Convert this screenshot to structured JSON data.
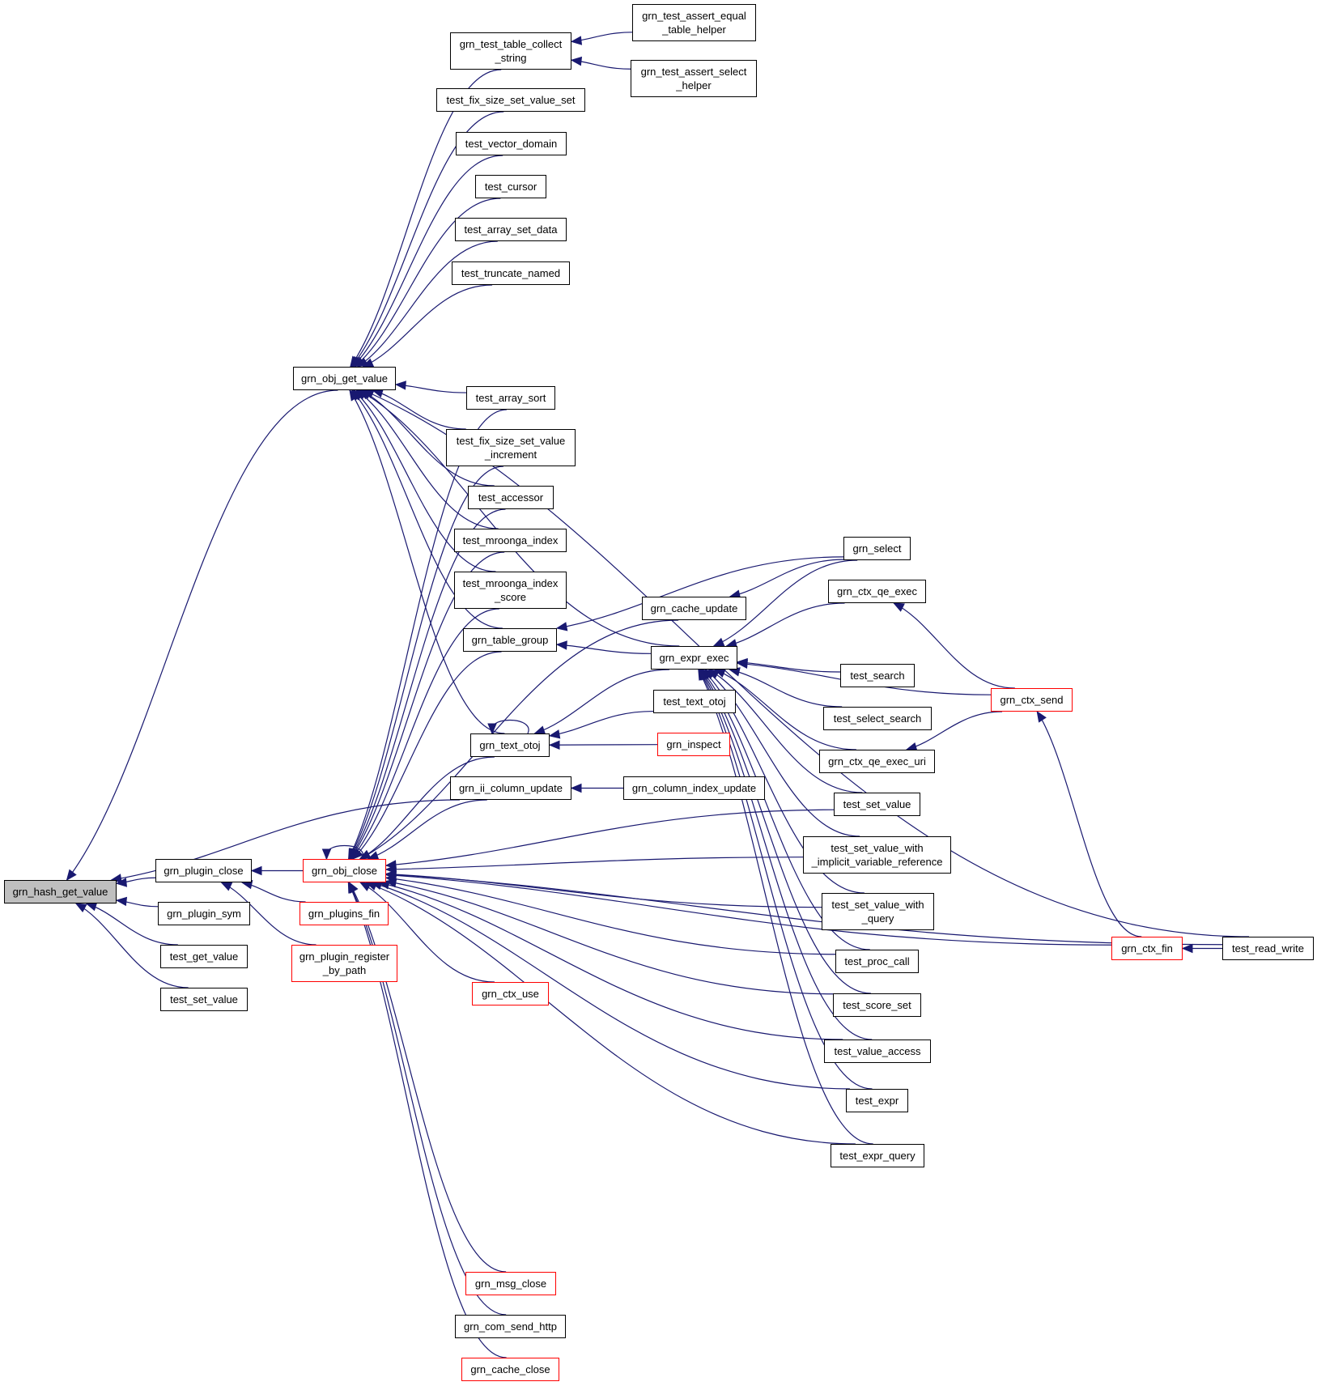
{
  "diagram": {
    "type": "call-graph",
    "root": "grn_hash_get_value",
    "colors": {
      "edge": "#191970",
      "border_default": "#000000",
      "border_truncated": "#ff0000",
      "root_fill": "#bfbfbf"
    },
    "nodes": [
      {
        "id": "grn_hash_get_value",
        "label": "grn_hash_get_value",
        "style": "root"
      },
      {
        "id": "grn_obj_get_value",
        "label": "grn_obj_get_value",
        "style": "normal"
      },
      {
        "id": "grn_plugin_close",
        "label": "grn_plugin_close",
        "style": "normal"
      },
      {
        "id": "grn_plugin_sym",
        "label": "grn_plugin_sym",
        "style": "normal"
      },
      {
        "id": "test_get_value",
        "label": "test_get_value",
        "style": "normal"
      },
      {
        "id": "test_set_value_a",
        "label": "test_set_value",
        "style": "normal"
      },
      {
        "id": "grn_obj_close",
        "label": "grn_obj_close",
        "style": "red"
      },
      {
        "id": "grn_plugins_fin",
        "label": "grn_plugins_fin",
        "style": "red"
      },
      {
        "id": "grn_plugin_register_by_path",
        "label": "grn_plugin_register\n_by_path",
        "style": "red"
      },
      {
        "id": "grn_test_table_collect_string",
        "label": "grn_test_table_collect\n_string",
        "style": "normal"
      },
      {
        "id": "test_fix_size_set_value_set",
        "label": "test_fix_size_set_value_set",
        "style": "normal"
      },
      {
        "id": "test_vector_domain",
        "label": "test_vector_domain",
        "style": "normal"
      },
      {
        "id": "test_cursor",
        "label": "test_cursor",
        "style": "normal"
      },
      {
        "id": "test_array_set_data",
        "label": "test_array_set_data",
        "style": "normal"
      },
      {
        "id": "test_truncate_named",
        "label": "test_truncate_named",
        "style": "normal"
      },
      {
        "id": "test_array_sort",
        "label": "test_array_sort",
        "style": "normal"
      },
      {
        "id": "test_fix_size_set_value_increment",
        "label": "test_fix_size_set_value\n_increment",
        "style": "normal"
      },
      {
        "id": "test_accessor",
        "label": "test_accessor",
        "style": "normal"
      },
      {
        "id": "test_mroonga_index",
        "label": "test_mroonga_index",
        "style": "normal"
      },
      {
        "id": "test_mroonga_index_score",
        "label": "test_mroonga_index\n_score",
        "style": "normal"
      },
      {
        "id": "grn_table_group",
        "label": "grn_table_group",
        "style": "normal"
      },
      {
        "id": "grn_text_otoj",
        "label": "grn_text_otoj",
        "style": "normal"
      },
      {
        "id": "grn_ii_column_update",
        "label": "grn_ii_column_update",
        "style": "normal"
      },
      {
        "id": "grn_ctx_use",
        "label": "grn_ctx_use",
        "style": "red"
      },
      {
        "id": "grn_msg_close",
        "label": "grn_msg_close",
        "style": "red"
      },
      {
        "id": "grn_com_send_http",
        "label": "grn_com_send_http",
        "style": "normal"
      },
      {
        "id": "grn_cache_close",
        "label": "grn_cache_close",
        "style": "red"
      },
      {
        "id": "grn_test_assert_equal_table_helper",
        "label": "grn_test_assert_equal\n_table_helper",
        "style": "normal"
      },
      {
        "id": "grn_test_assert_select_helper",
        "label": "grn_test_assert_select\n_helper",
        "style": "normal"
      },
      {
        "id": "grn_cache_update",
        "label": "grn_cache_update",
        "style": "normal"
      },
      {
        "id": "grn_expr_exec",
        "label": "grn_expr_exec",
        "style": "normal"
      },
      {
        "id": "test_text_otoj",
        "label": "test_text_otoj",
        "style": "normal"
      },
      {
        "id": "grn_inspect",
        "label": "grn_inspect",
        "style": "red"
      },
      {
        "id": "grn_column_index_update",
        "label": "grn_column_index_update",
        "style": "normal"
      },
      {
        "id": "grn_select",
        "label": "grn_select",
        "style": "normal"
      },
      {
        "id": "grn_ctx_qe_exec",
        "label": "grn_ctx_qe_exec",
        "style": "normal"
      },
      {
        "id": "test_search",
        "label": "test_search",
        "style": "normal"
      },
      {
        "id": "test_select_search",
        "label": "test_select_search",
        "style": "normal"
      },
      {
        "id": "grn_ctx_qe_exec_uri",
        "label": "grn_ctx_qe_exec_uri",
        "style": "normal"
      },
      {
        "id": "test_set_value_b",
        "label": "test_set_value",
        "style": "normal"
      },
      {
        "id": "test_set_value_with_implicit_variable_reference",
        "label": "test_set_value_with\n_implicit_variable_reference",
        "style": "normal"
      },
      {
        "id": "test_set_value_with_query",
        "label": "test_set_value_with\n_query",
        "style": "normal"
      },
      {
        "id": "test_proc_call",
        "label": "test_proc_call",
        "style": "normal"
      },
      {
        "id": "test_score_set",
        "label": "test_score_set",
        "style": "normal"
      },
      {
        "id": "test_value_access",
        "label": "test_value_access",
        "style": "normal"
      },
      {
        "id": "test_expr",
        "label": "test_expr",
        "style": "normal"
      },
      {
        "id": "test_expr_query",
        "label": "test_expr_query",
        "style": "normal"
      },
      {
        "id": "grn_ctx_send",
        "label": "grn_ctx_send",
        "style": "red"
      },
      {
        "id": "grn_ctx_fin",
        "label": "grn_ctx_fin",
        "style": "red"
      },
      {
        "id": "test_read_write",
        "label": "test_read_write",
        "style": "normal"
      }
    ],
    "edges": [
      {
        "from": "grn_obj_get_value",
        "to": "grn_hash_get_value"
      },
      {
        "from": "grn_ii_column_update",
        "to": "grn_hash_get_value"
      },
      {
        "from": "grn_plugin_close",
        "to": "grn_hash_get_value"
      },
      {
        "from": "grn_plugin_sym",
        "to": "grn_hash_get_value"
      },
      {
        "from": "test_get_value",
        "to": "grn_hash_get_value"
      },
      {
        "from": "test_set_value_a",
        "to": "grn_hash_get_value"
      },
      {
        "from": "grn_obj_close",
        "to": "grn_plugin_close"
      },
      {
        "from": "grn_plugins_fin",
        "to": "grn_plugin_close"
      },
      {
        "from": "grn_plugin_register_by_path",
        "to": "grn_plugin_close"
      },
      {
        "from": "grn_test_table_collect_string",
        "to": "grn_obj_get_value"
      },
      {
        "from": "test_fix_size_set_value_set",
        "to": "grn_obj_get_value"
      },
      {
        "from": "test_vector_domain",
        "to": "grn_obj_get_value"
      },
      {
        "from": "test_cursor",
        "to": "grn_obj_get_value"
      },
      {
        "from": "test_array_set_data",
        "to": "grn_obj_get_value"
      },
      {
        "from": "test_truncate_named",
        "to": "grn_obj_get_value"
      },
      {
        "from": "test_read_write",
        "to": "grn_obj_get_value"
      },
      {
        "from": "grn_expr_exec",
        "to": "grn_obj_get_value"
      },
      {
        "from": "test_array_sort",
        "to": "grn_obj_get_value"
      },
      {
        "from": "test_fix_size_set_value_increment",
        "to": "grn_obj_get_value"
      },
      {
        "from": "test_accessor",
        "to": "grn_obj_get_value"
      },
      {
        "from": "test_mroonga_index",
        "to": "grn_obj_get_value"
      },
      {
        "from": "test_mroonga_index_score",
        "to": "grn_obj_get_value"
      },
      {
        "from": "grn_table_group",
        "to": "grn_obj_get_value"
      },
      {
        "from": "grn_text_otoj",
        "to": "grn_obj_get_value"
      },
      {
        "from": "grn_test_assert_equal_table_helper",
        "to": "grn_test_table_collect_string"
      },
      {
        "from": "grn_test_assert_select_helper",
        "to": "grn_test_table_collect_string"
      },
      {
        "from": "grn_obj_close",
        "to": "grn_obj_close"
      },
      {
        "from": "test_array_sort",
        "to": "grn_obj_close"
      },
      {
        "from": "test_fix_size_set_value_increment",
        "to": "grn_obj_close"
      },
      {
        "from": "test_accessor",
        "to": "grn_obj_close"
      },
      {
        "from": "test_mroonga_index",
        "to": "grn_obj_close"
      },
      {
        "from": "test_mroonga_index_score",
        "to": "grn_obj_close"
      },
      {
        "from": "grn_table_group",
        "to": "grn_obj_close"
      },
      {
        "from": "grn_cache_update",
        "to": "grn_obj_close"
      },
      {
        "from": "grn_text_otoj",
        "to": "grn_obj_close"
      },
      {
        "from": "grn_ii_column_update",
        "to": "grn_obj_close"
      },
      {
        "from": "test_set_value_b",
        "to": "grn_obj_close"
      },
      {
        "from": "test_set_value_with_implicit_variable_reference",
        "to": "grn_obj_close"
      },
      {
        "from": "test_set_value_with_query",
        "to": "grn_obj_close"
      },
      {
        "from": "test_proc_call",
        "to": "grn_obj_close"
      },
      {
        "from": "grn_ctx_use",
        "to": "grn_obj_close"
      },
      {
        "from": "test_score_set",
        "to": "grn_obj_close"
      },
      {
        "from": "test_value_access",
        "to": "grn_obj_close"
      },
      {
        "from": "test_expr",
        "to": "grn_obj_close"
      },
      {
        "from": "test_expr_query",
        "to": "grn_obj_close"
      },
      {
        "from": "grn_ctx_fin",
        "to": "grn_obj_close"
      },
      {
        "from": "test_read_write",
        "to": "grn_obj_close"
      },
      {
        "from": "grn_msg_close",
        "to": "grn_obj_close"
      },
      {
        "from": "grn_com_send_http",
        "to": "grn_obj_close"
      },
      {
        "from": "grn_cache_close",
        "to": "grn_obj_close"
      },
      {
        "from": "grn_select",
        "to": "grn_table_group"
      },
      {
        "from": "grn_expr_exec",
        "to": "grn_table_group"
      },
      {
        "from": "grn_select",
        "to": "grn_cache_update"
      },
      {
        "from": "grn_text_otoj",
        "to": "grn_text_otoj"
      },
      {
        "from": "grn_expr_exec",
        "to": "grn_text_otoj"
      },
      {
        "from": "test_text_otoj",
        "to": "grn_text_otoj"
      },
      {
        "from": "grn_inspect",
        "to": "grn_text_otoj"
      },
      {
        "from": "grn_column_index_update",
        "to": "grn_ii_column_update"
      },
      {
        "from": "grn_select",
        "to": "grn_expr_exec"
      },
      {
        "from": "grn_ctx_qe_exec",
        "to": "grn_expr_exec"
      },
      {
        "from": "grn_ctx_send",
        "to": "grn_expr_exec"
      },
      {
        "from": "test_search",
        "to": "grn_expr_exec"
      },
      {
        "from": "test_select_search",
        "to": "grn_expr_exec"
      },
      {
        "from": "grn_ctx_qe_exec_uri",
        "to": "grn_expr_exec"
      },
      {
        "from": "test_set_value_b",
        "to": "grn_expr_exec"
      },
      {
        "from": "test_set_value_with_implicit_variable_reference",
        "to": "grn_expr_exec"
      },
      {
        "from": "test_set_value_with_query",
        "to": "grn_expr_exec"
      },
      {
        "from": "test_proc_call",
        "to": "grn_expr_exec"
      },
      {
        "from": "test_score_set",
        "to": "grn_expr_exec"
      },
      {
        "from": "test_value_access",
        "to": "grn_expr_exec"
      },
      {
        "from": "test_expr",
        "to": "grn_expr_exec"
      },
      {
        "from": "test_expr_query",
        "to": "grn_expr_exec"
      },
      {
        "from": "grn_ctx_send",
        "to": "grn_ctx_qe_exec"
      },
      {
        "from": "grn_ctx_send",
        "to": "grn_ctx_qe_exec_uri"
      },
      {
        "from": "grn_ctx_fin",
        "to": "grn_ctx_send"
      },
      {
        "from": "test_read_write",
        "to": "grn_ctx_fin"
      }
    ]
  }
}
